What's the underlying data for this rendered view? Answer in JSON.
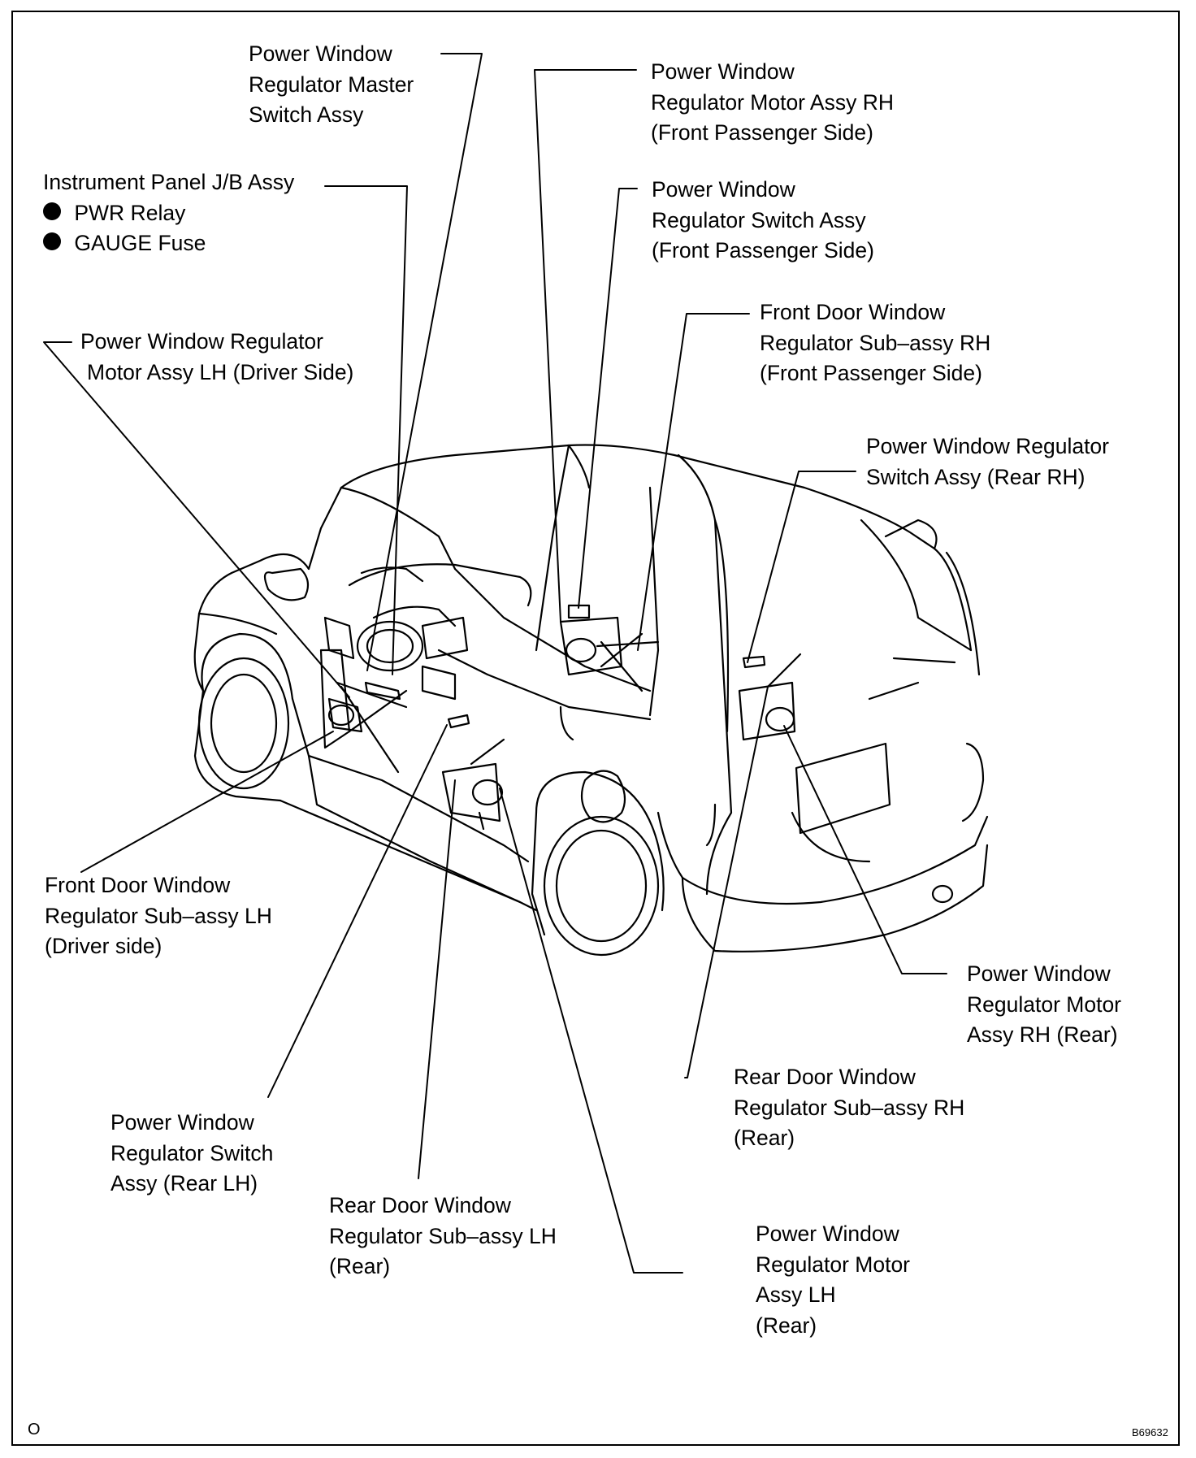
{
  "labels": {
    "master_switch": [
      "Power Window",
      "Regulator Master",
      "Switch Assy"
    ],
    "jb_assy": {
      "title": "Instrument Panel J/B Assy",
      "items": [
        "PWR Relay",
        "GAUGE Fuse"
      ]
    },
    "motor_lh_driver": [
      "Power Window Regulator",
      "Motor Assy LH (Driver Side)"
    ],
    "motor_rh_front": [
      "Power Window",
      "Regulator Motor Assy RH",
      "(Front Passenger Side)"
    ],
    "switch_front_passenger": [
      "Power Window",
      "Regulator Switch Assy",
      "(Front Passenger Side)"
    ],
    "front_door_rh": [
      "Front Door Window",
      "Regulator Sub–assy RH",
      "(Front Passenger Side)"
    ],
    "switch_rear_rh": [
      "Power Window Regulator",
      "Switch Assy (Rear RH)"
    ],
    "front_door_lh": [
      "Front Door Window",
      "Regulator Sub–assy LH",
      "(Driver side)"
    ],
    "motor_rh_rear": [
      "Power Window",
      "Regulator Motor",
      "Assy RH (Rear)"
    ],
    "rear_door_rh": [
      "Rear Door Window",
      "Regulator Sub–assy RH",
      "(Rear)"
    ],
    "switch_rear_lh": [
      "Power Window",
      "Regulator Switch",
      "Assy (Rear LH)"
    ],
    "rear_door_lh": [
      "Rear Door Window",
      "Regulator Sub–assy LH",
      "(Rear)"
    ],
    "motor_lh_rear": [
      "Power Window",
      "Regulator Motor",
      "Assy LH",
      "(Rear)"
    ]
  },
  "corner_mark": "O",
  "figure_ref": "B69632"
}
